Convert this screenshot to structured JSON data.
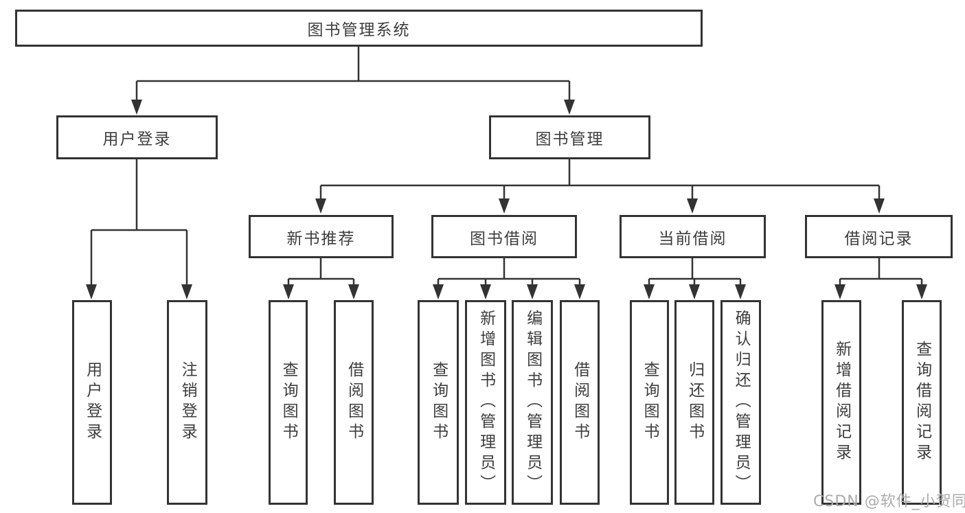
{
  "diagram_type": "hierarchy-tree",
  "tree": {
    "root": {
      "label": "图书管理系统",
      "children": [
        {
          "label": "用户登录",
          "children": [
            {
              "label": "用户登录"
            },
            {
              "label": "注销登录"
            }
          ]
        },
        {
          "label": "图书管理",
          "children": [
            {
              "label": "新书推荐",
              "children": [
                {
                  "label": "查询图书"
                },
                {
                  "label": "借阅图书"
                }
              ]
            },
            {
              "label": "图书借阅",
              "children": [
                {
                  "label": "查询图书"
                },
                {
                  "label": "新增图书（管理员）"
                },
                {
                  "label": "编辑图书（管理员）"
                },
                {
                  "label": "借阅图书"
                }
              ]
            },
            {
              "label": "当前借阅",
              "children": [
                {
                  "label": "查询图书"
                },
                {
                  "label": "归还图书"
                },
                {
                  "label": "确认归还（管理员）"
                }
              ]
            },
            {
              "label": "借阅记录",
              "children": [
                {
                  "label": "新增借阅记录"
                },
                {
                  "label": "查询借阅记录"
                }
              ]
            }
          ]
        }
      ]
    }
  },
  "watermark": {
    "text": "CSDN @软件_小贺同学"
  },
  "colors": {
    "line": "#333333",
    "box_border": "#333333",
    "text": "#3d3d3d",
    "watermark": "#ababab",
    "background": "#ffffff"
  }
}
